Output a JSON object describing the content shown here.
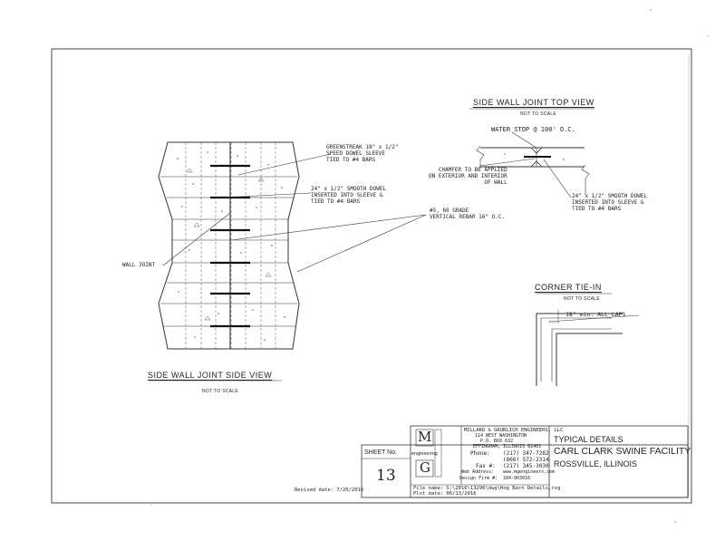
{
  "side_view": {
    "title": "SIDE WALL JOINT SIDE VIEW",
    "scale_note": "NOT TO SCALE",
    "callout_dowel_sleeve": [
      "GREENSTREAK 18\" x 1/2\"",
      "SPEED DOWEL SLEEVE",
      "TIED TO #4 BARS"
    ],
    "callout_smooth_dowel": [
      "24\" x 1/2\" SMOOTH DOWEL",
      "INSERTED INTO SLEEVE &",
      "TIED TO #4 BARS"
    ],
    "callout_rebar": [
      "#5, 60 GRADE",
      "VERTICAL REBAR 16\" O.C."
    ],
    "callout_wall_joint": "WALL JOINT"
  },
  "top_view": {
    "title": "SIDE WALL JOINT TOP VIEW",
    "scale_note": "NOT TO SCALE",
    "callout_water_stop": "WATER STOP @ 100' O.C.",
    "callout_chamfer": [
      "CHAMFER TO BE APPLIED",
      "ON EXTERIOR AND INTERIOR",
      "OF WALL"
    ],
    "callout_dowel": [
      "24\" x 1/2\" SMOOTH DOWEL",
      "INSERTED INTO SLEEVE &",
      "TIED TO #4 BARS"
    ]
  },
  "corner": {
    "title": "CORNER TIE-IN",
    "scale_note": "NOT TO SCALE",
    "callout_laps": "18\" min. ALL LAPS"
  },
  "title_block": {
    "sheet_label": "SHEET No.",
    "sheet_number": "13",
    "revised": "Revised date: 7/20/2016",
    "logo_top": "M",
    "logo_bottom": "G",
    "logo_word": "engineering",
    "company": "MILLARD & GRUBLICH ENGINEERS, LLC",
    "address_1": "114 WEST WASHINGTON",
    "address_2": "P.O. BOX 632",
    "address_3": "EFFINGHAM, ILLINOIS 62401",
    "phone_label": "Phone:",
    "phone": "(217) 347-7282",
    "phone_2": "(866) 572-2314",
    "fax_label": "Fax #:",
    "fax": "(217) 345-3030",
    "web_label": "Web Address:",
    "web": "www.mgengineers.com",
    "firm_label": "Design Firm #:",
    "firm": "184-003016",
    "file_name": "File name: S:\\2016\\13296\\dwg\\Hog Barn Details.rvg",
    "plot_date": "Plot date: 06/13/2016",
    "project_heading": "TYPICAL DETAILS",
    "project_name": "CARL CLARK SWINE FACILITY",
    "location": "ROSSVILLE, ILLINOIS"
  }
}
